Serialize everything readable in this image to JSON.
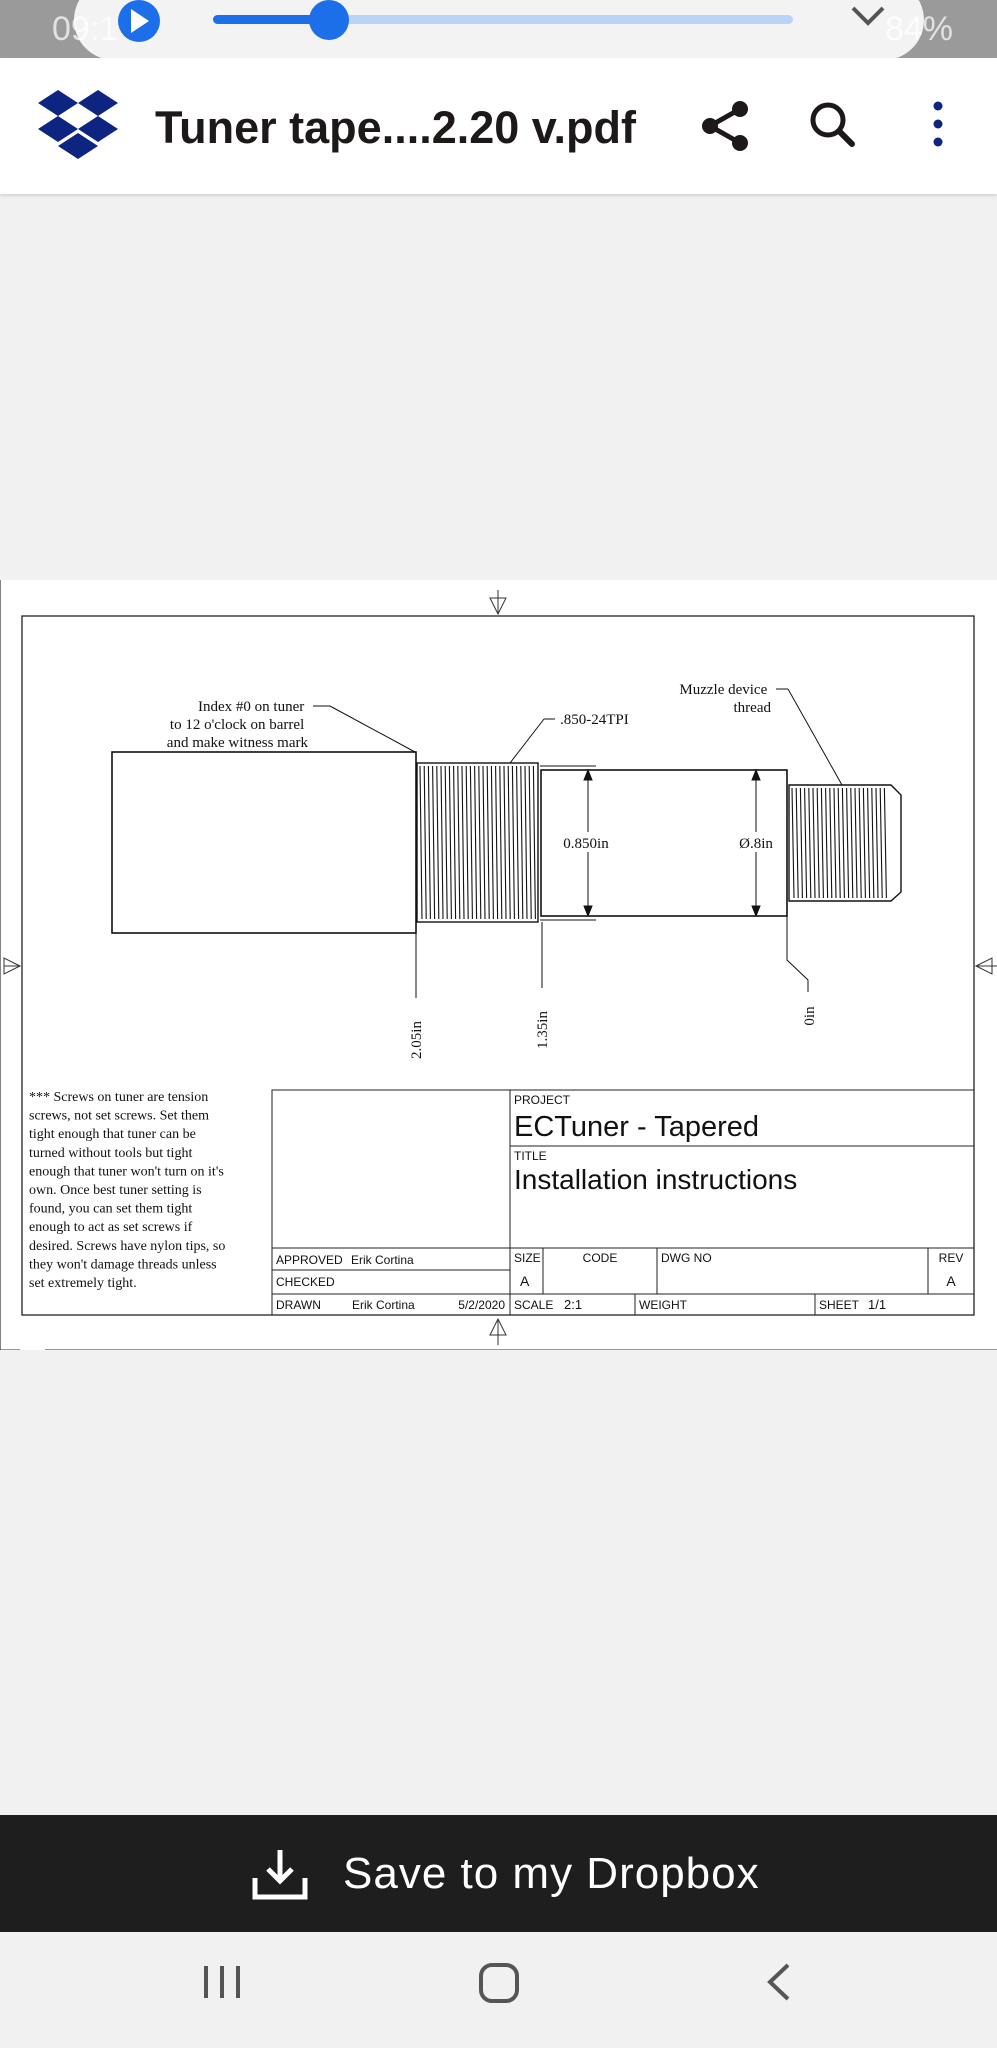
{
  "status_bar": {
    "time": "09:1",
    "battery": "84%"
  },
  "header": {
    "title": "Tuner tape....2.20 v.pdf",
    "logo_icon": "dropbox-logo",
    "actions": [
      "share-icon",
      "search-icon",
      "more-vert-icon"
    ]
  },
  "media_slider": {
    "level_percent": 20
  },
  "drawing": {
    "note_index": [
      "Index #0 on tuner",
      "to 12 o'clock on barrel",
      "and make witness mark"
    ],
    "note_thread": ".850-24TPI",
    "note_muzzle": [
      "Muzzle device",
      "thread"
    ],
    "dim_diameter_1": "0.850in",
    "dim_diameter_2": "Ø.8in",
    "dim_pos_1": "2.05in",
    "dim_pos_2": "1.35in",
    "dim_pos_3": "0in",
    "screws_note": [
      "*** Screws on tuner are tension",
      "screws, not set screws.  Set them",
      "tight enough that tuner can be",
      "turned without tools but tight",
      "enough that tuner won't turn on it's",
      "own.  Once best tuner setting is",
      "found, you can set them tight",
      "enough to act as set screws if",
      "desired.  Screws have nylon tips, so",
      "they won't damage threads unless",
      "set extremely tight."
    ],
    "title_block": {
      "project_label": "PROJECT",
      "project": "ECTuner - Tapered",
      "title_label": "TITLE",
      "title": "Installation instructions",
      "approved_label": "APPROVED",
      "approved_by": "Erik Cortina",
      "checked_label": "CHECKED",
      "drawn_label": "DRAWN",
      "drawn_by": "Erik Cortina",
      "drawn_date": "5/2/2020",
      "size_label": "SIZE",
      "size": "A",
      "code_label": "CODE",
      "dwg_label": "DWG NO",
      "rev_label": "REV",
      "rev": "A",
      "scale_label": "SCALE",
      "scale": "2:1",
      "weight_label": "WEIGHT",
      "sheet_label": "SHEET",
      "sheet": "1/1"
    }
  },
  "save_bar": {
    "label": "Save to my Dropbox",
    "icon": "download-icon"
  },
  "nav_bar": {
    "buttons": [
      "recents-icon",
      "home-icon",
      "back-icon"
    ]
  }
}
